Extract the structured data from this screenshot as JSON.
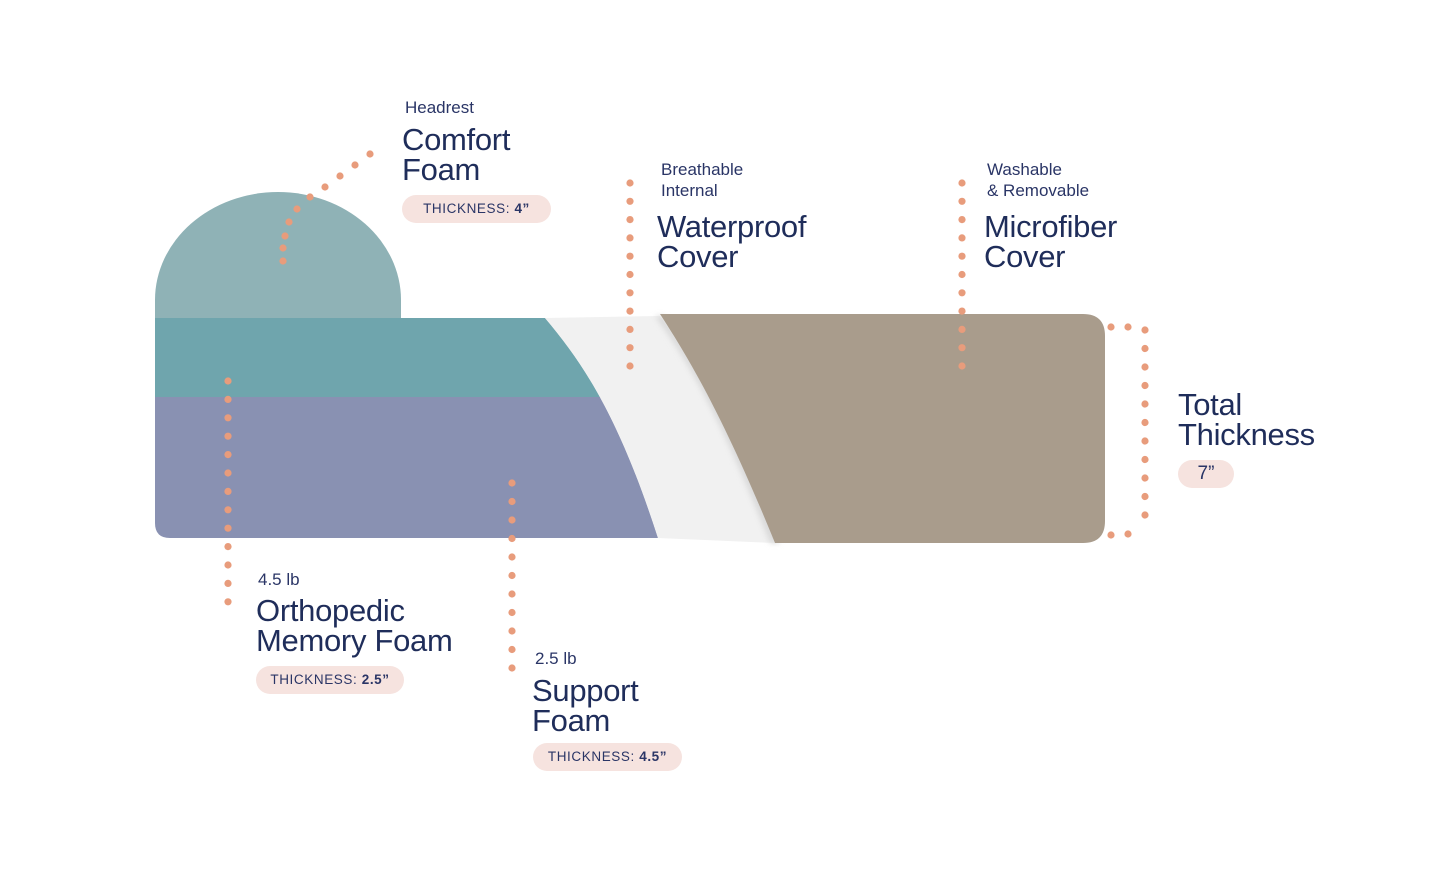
{
  "labels": {
    "comfort": {
      "sub": "Headrest",
      "title1": "Comfort",
      "title2": "Foam",
      "thickness_prefix": "THICKNESS:",
      "thickness_value": "4”"
    },
    "waterproof": {
      "sub1": "Breathable",
      "sub2": "Internal",
      "title1": "Waterproof",
      "title2": "Cover"
    },
    "microfiber": {
      "sub1": "Washable",
      "sub2": "& Removable",
      "title1": "Microfiber",
      "title2": "Cover"
    },
    "total": {
      "title1": "Total",
      "title2": "Thickness",
      "value": "7”"
    },
    "orthopedic": {
      "sub": "4.5 lb",
      "title1": "Orthopedic",
      "title2": "Memory Foam",
      "thickness_prefix": "THICKNESS:",
      "thickness_value": "2.5”"
    },
    "support": {
      "sub": "2.5 lb",
      "title1": "Support",
      "title2": "Foam",
      "thickness_prefix": "THICKNESS:",
      "thickness_value": "4.5”"
    }
  },
  "colors": {
    "comfort_foam": "#8fb2b6",
    "memory_foam": "#6fa5ad",
    "support_foam": "#8991b2",
    "waterproof_cover": "#f1f1f1",
    "microfiber_cover": "#a99c8c",
    "dots": "#e89c7c",
    "text": "#1f2d5a",
    "pill": "#f6e3df"
  }
}
